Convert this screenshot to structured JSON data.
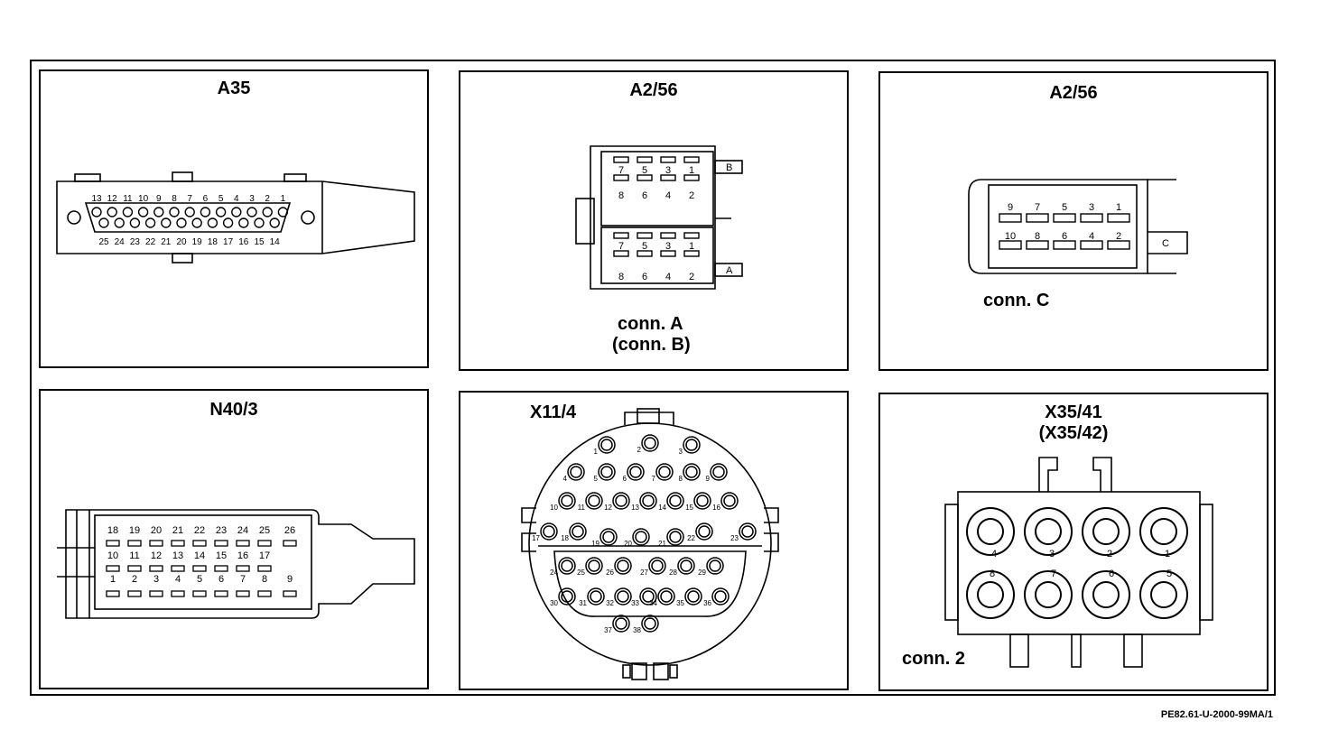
{
  "panels": {
    "a35": {
      "title": "A35",
      "pins_top": [
        "13",
        "12",
        "11",
        "10",
        "9",
        "8",
        "7",
        "6",
        "5",
        "4",
        "3",
        "2",
        "1"
      ],
      "pins_bottom": [
        "25",
        "24",
        "23",
        "22",
        "21",
        "20",
        "19",
        "18",
        "17",
        "16",
        "15",
        "14"
      ]
    },
    "a2_56_ab": {
      "title": "A2/56",
      "pins_odd": [
        "7",
        "5",
        "3",
        "1"
      ],
      "pins_even": [
        "8",
        "6",
        "4",
        "2"
      ],
      "tab_b": "B",
      "tab_a": "A",
      "caption1": "conn. A",
      "caption2": "(conn. B)"
    },
    "a2_56_c": {
      "title": "A2/56",
      "pins_odd": [
        "9",
        "7",
        "5",
        "3",
        "1"
      ],
      "pins_even": [
        "10",
        "8",
        "6",
        "4",
        "2"
      ],
      "tab_c": "C",
      "caption": "conn. C"
    },
    "n40_3": {
      "title": "N40/3",
      "row1": [
        "18",
        "19",
        "20",
        "21",
        "22",
        "23",
        "24",
        "25",
        "26"
      ],
      "row2": [
        "10",
        "11",
        "12",
        "13",
        "14",
        "15",
        "16",
        "17"
      ],
      "row3": [
        "1",
        "2",
        "3",
        "4",
        "5",
        "6",
        "7",
        "8",
        "9"
      ]
    },
    "x11_4": {
      "title": "X11/4",
      "pins": [
        "1",
        "2",
        "3",
        "4",
        "5",
        "6",
        "7",
        "8",
        "9",
        "10",
        "11",
        "12",
        "13",
        "14",
        "15",
        "16",
        "17",
        "18",
        "19",
        "20",
        "21",
        "22",
        "23",
        "24",
        "25",
        "26",
        "27",
        "28",
        "29",
        "30",
        "31",
        "32",
        "33",
        "34",
        "35",
        "36",
        "37",
        "38"
      ]
    },
    "x35_41": {
      "title1": "X35/41",
      "title2": "(X35/42)",
      "pins_top": [
        "4",
        "3",
        "2",
        "1"
      ],
      "pins_bottom": [
        "8",
        "7",
        "6",
        "5"
      ],
      "caption": "conn. 2"
    }
  },
  "footer": "PE82.61-U-2000-99MA/1"
}
